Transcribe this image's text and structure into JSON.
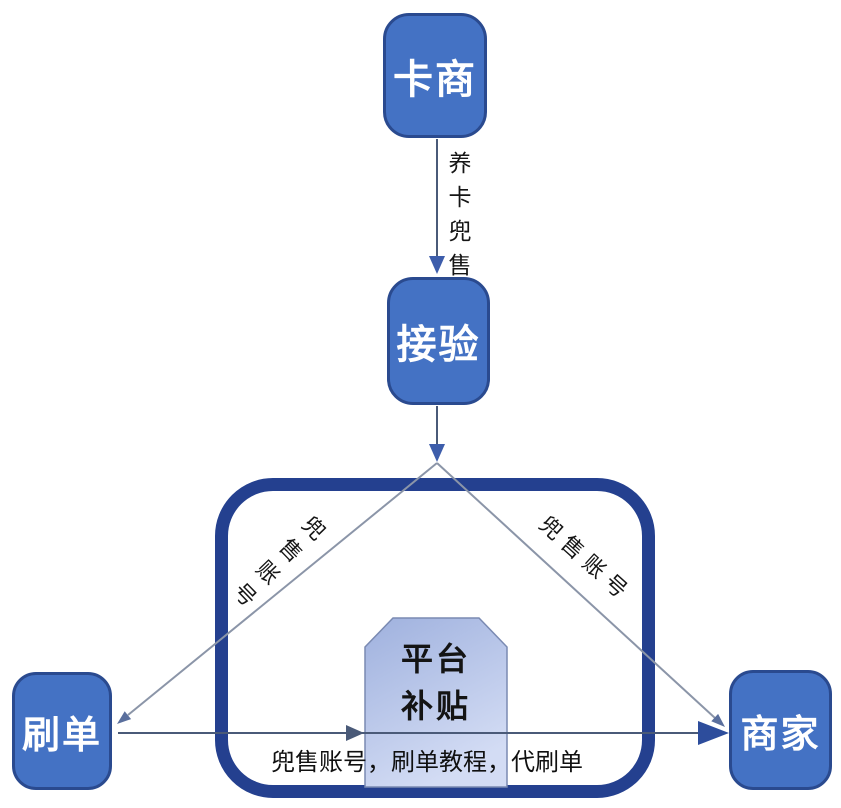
{
  "diagram": {
    "nodes": {
      "card_dealer": {
        "label": "卡商"
      },
      "receiver": {
        "label": "接验"
      },
      "platform_subsidy": {
        "label": "平台补贴",
        "lines": [
          "平台",
          "补贴"
        ]
      },
      "order_brushing": {
        "label": "刷单"
      },
      "merchant": {
        "label": "商家"
      }
    },
    "edges": {
      "card_to_receiver": {
        "label": "养卡兜售",
        "chars": [
          "养",
          "卡",
          "兜",
          "售"
        ]
      },
      "left_diagonal": {
        "label": "兜售账号",
        "chars": [
          "兜",
          "售",
          "账",
          "号"
        ]
      },
      "right_diagonal": {
        "label": "兜售账号"
      },
      "bottom_flow": {
        "label": "兜售账号，刷单教程，代刷单"
      }
    },
    "colors": {
      "node_fill": "#4472c4",
      "node_border": "#2a4a8f",
      "frame_border": "#24408f",
      "pentagon_fill_top": "#9fb1de",
      "pentagon_fill_bottom": "#d3dcf4",
      "pentagon_stroke": "#7a8ab2",
      "connector": "#4a5a78",
      "diagonal_line": "#8b95a8",
      "arrowhead_blue": "#3d5dab",
      "big_arrowhead": "#2d4d9c",
      "background": "#ffffff",
      "annotation_text": "#151515",
      "node_text": "#ffffff"
    }
  }
}
